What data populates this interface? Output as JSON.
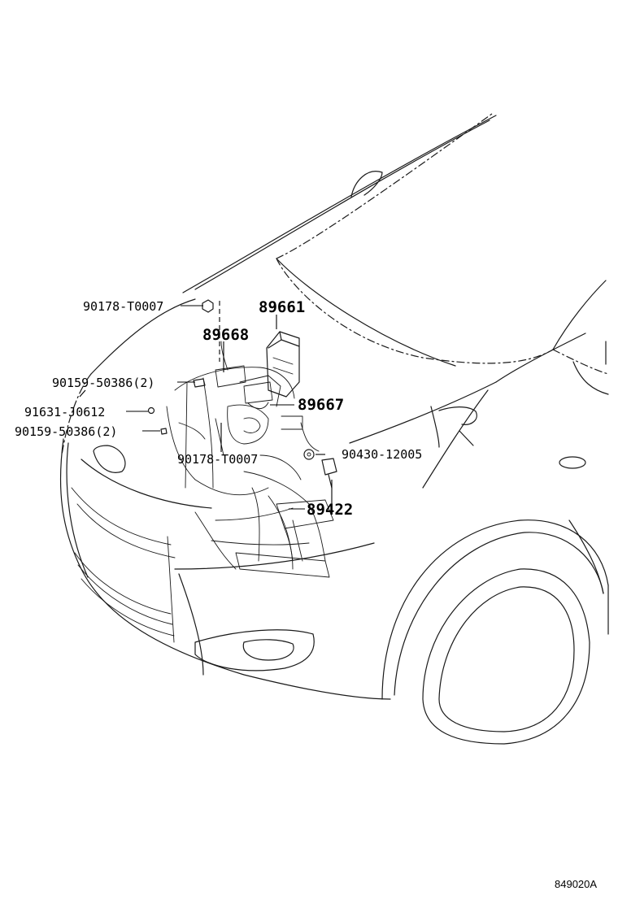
{
  "figure_code": "849020A",
  "callouts": {
    "p90178_top": "90178-T0007",
    "p89661": "89661",
    "p89668": "89668",
    "p90159_upper": "90159-50386(2)",
    "p91631": "91631-J0612",
    "p89667": "89667",
    "p90159_lower": "90159-50386(2)",
    "p90178_bottom": "90178-T0007",
    "p90430": "90430-12005",
    "p89422": "89422"
  }
}
